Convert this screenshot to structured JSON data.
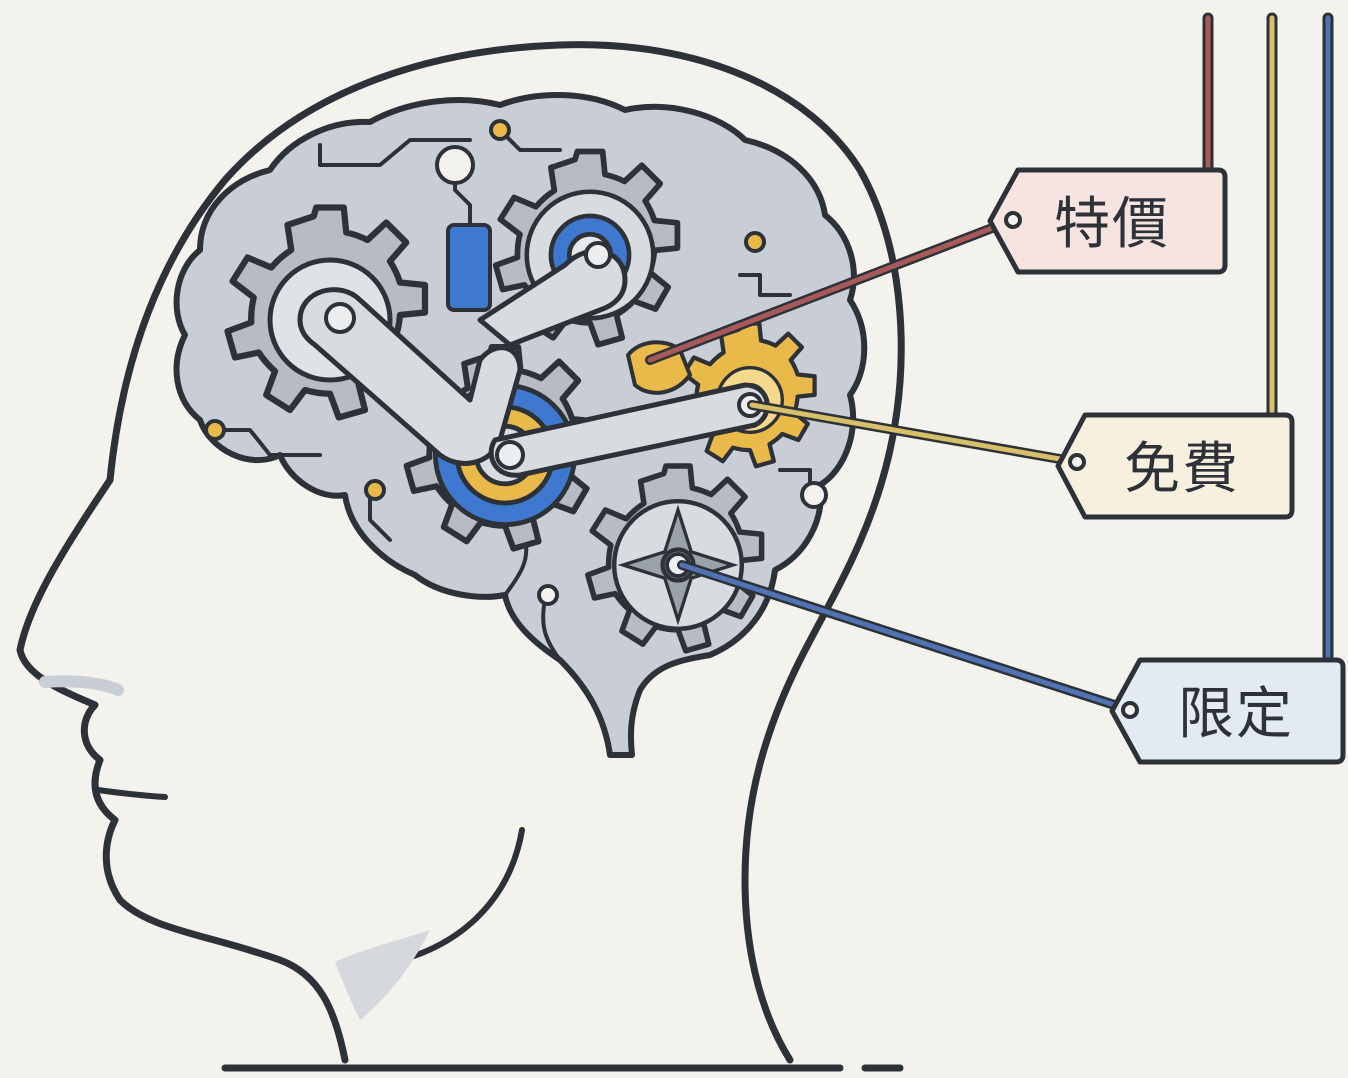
{
  "background_color": "#f3f2ed",
  "labels": [
    {
      "id": "special-price",
      "text": "特價",
      "line_color": "#a85a5a",
      "fill": "#f6e4e0"
    },
    {
      "id": "free",
      "text": "免費",
      "line_color": "#d8c06a",
      "fill": "#f8f0de"
    },
    {
      "id": "limited",
      "text": "限定",
      "line_color": "#4f73b3",
      "fill": "#e3eaf4"
    }
  ],
  "colors": {
    "outline": "#2d3138",
    "brain_fill": "#c9ced6",
    "gear_gray": "#b7bcc4",
    "gear_blue": "#3f78cf",
    "gear_yellow": "#e9b949"
  },
  "icons": [
    "head-silhouette-icon",
    "brain-icon",
    "gear-icon",
    "lever-arm-icon"
  ]
}
